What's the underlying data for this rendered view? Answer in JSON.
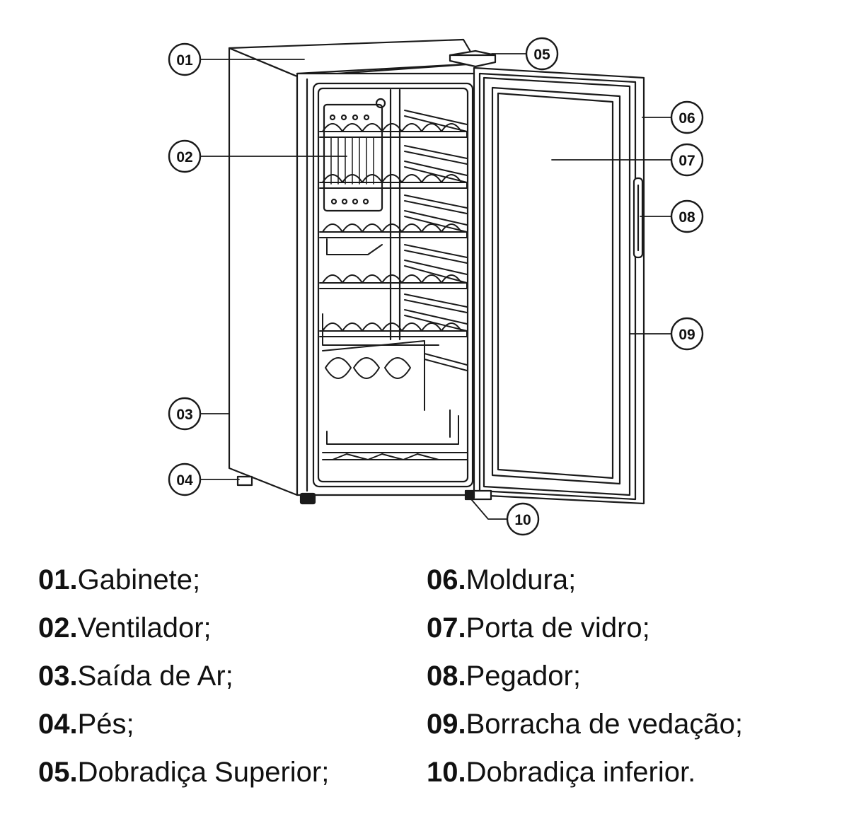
{
  "callouts": [
    "01",
    "02",
    "03",
    "04",
    "05",
    "06",
    "07",
    "08",
    "09",
    "10"
  ],
  "legend": {
    "left": [
      {
        "num": "01.",
        "text": "Gabinete;"
      },
      {
        "num": "02.",
        "text": "Ventilador;"
      },
      {
        "num": "03.",
        "text": "Saída de Ar;"
      },
      {
        "num": "04.",
        "text": "Pés;"
      },
      {
        "num": "05.",
        "text": "Dobradiça Superior;"
      }
    ],
    "right": [
      {
        "num": "06.",
        "text": "Moldura;"
      },
      {
        "num": "07.",
        "text": "Porta de vidro;"
      },
      {
        "num": "08.",
        "text": "Pegador;"
      },
      {
        "num": "09.",
        "text": "Borracha de vedação;"
      },
      {
        "num": "10.",
        "text": "Dobradiça inferior."
      }
    ]
  },
  "colors": {
    "line": "#1a1a1a",
    "background": "#ffffff"
  }
}
